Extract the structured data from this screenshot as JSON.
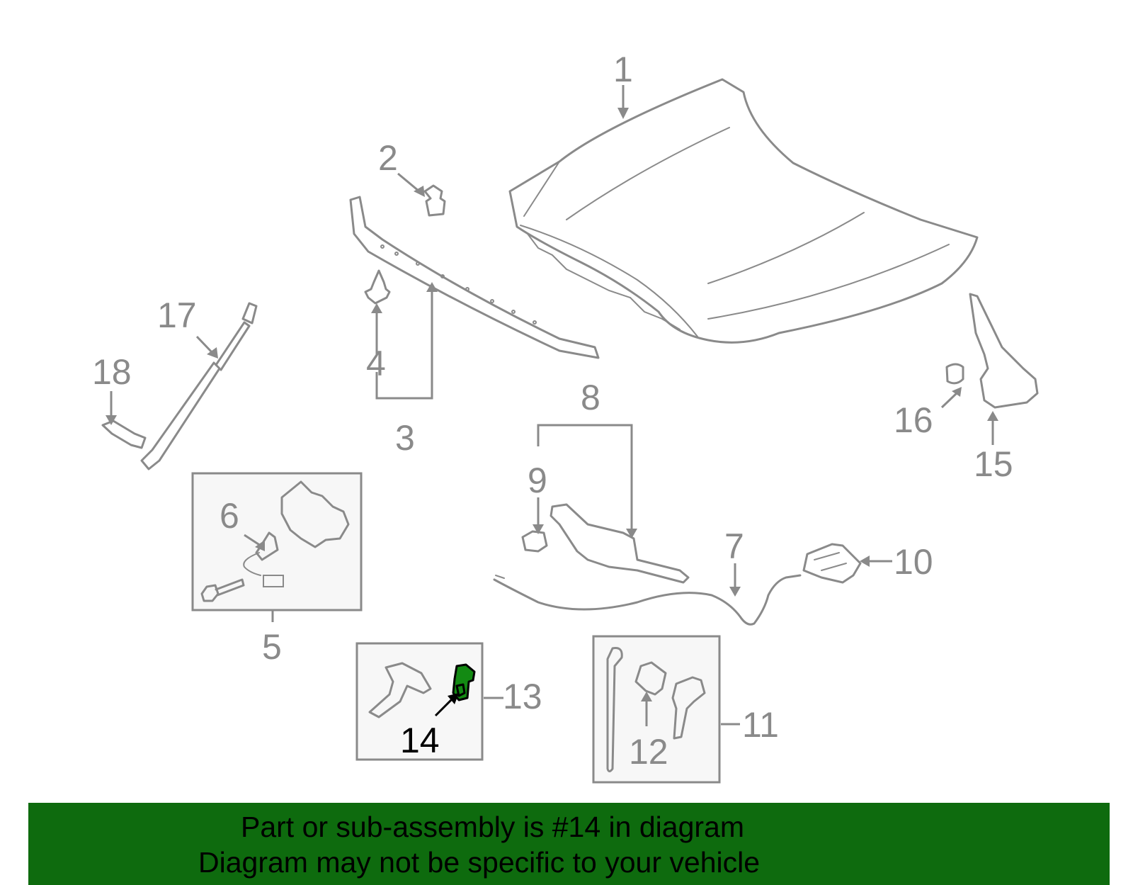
{
  "callouts": {
    "c1": "1",
    "c2": "2",
    "c3": "3",
    "c4": "4",
    "c5": "5",
    "c6": "6",
    "c7": "7",
    "c8": "8",
    "c9": "9",
    "c10": "10",
    "c11": "11",
    "c12": "12",
    "c13": "13",
    "c14": "14",
    "c15": "15",
    "c16": "16",
    "c17": "17",
    "c18": "18"
  },
  "highlighted_part": "14",
  "banner": {
    "line1": "Part or sub-assembly is #14 in diagram",
    "line2": "Diagram may not be specific to your vehicle"
  },
  "colors": {
    "banner_bg": "#0e6b0e",
    "highlight": "#138a13",
    "line_art": "#8a8a8a"
  }
}
